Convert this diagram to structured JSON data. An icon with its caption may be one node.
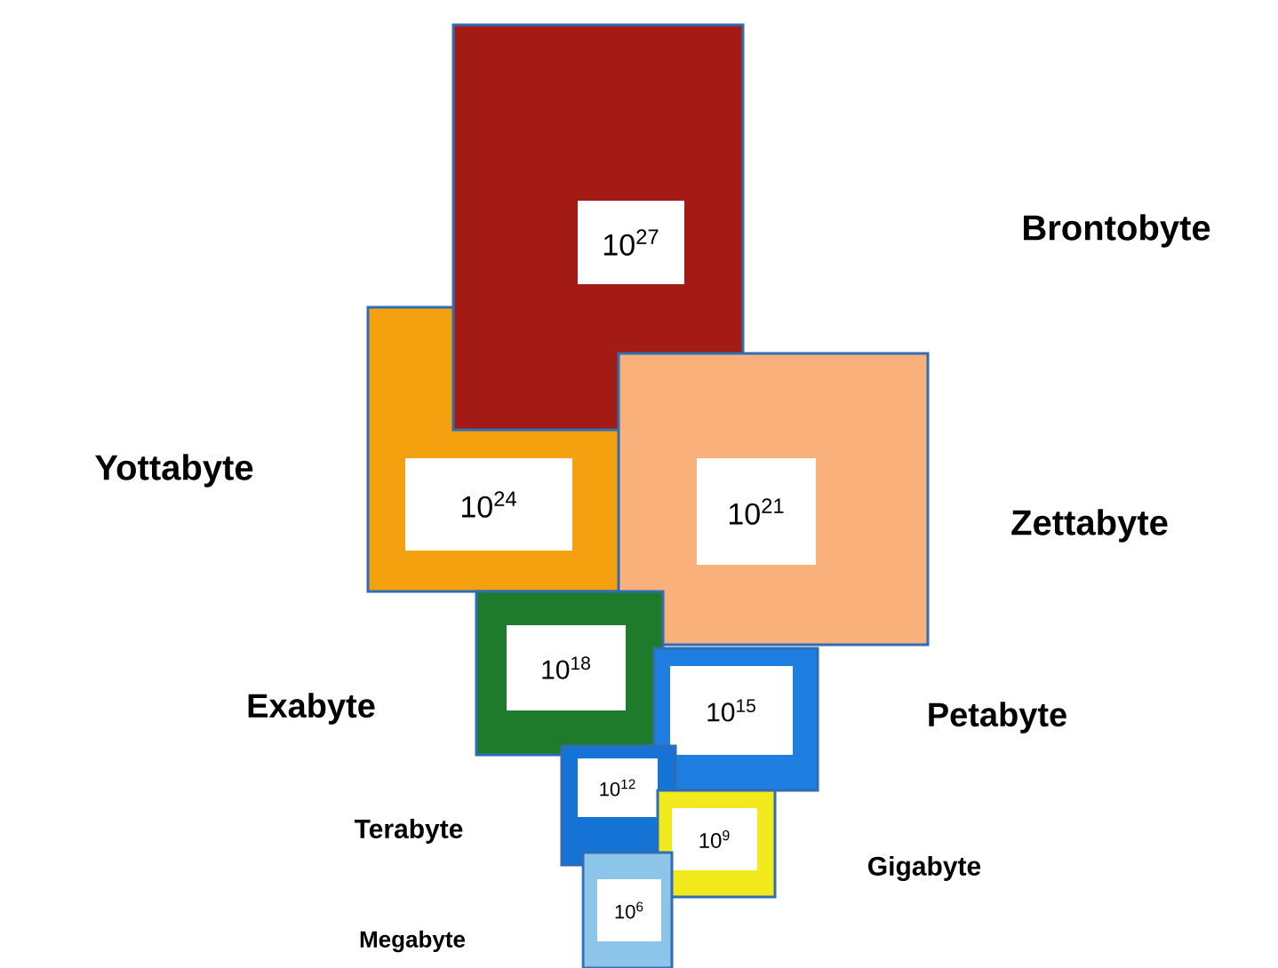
{
  "diagram": {
    "nodes": [
      {
        "text": [
          "10$^{27}$"
        ]
      },
      {
        "text": [
          "10$^{24}$"
        ]
      },
      {
        "text": [
          "10$^{21}$"
        ]
      },
      {
        "text": [
          "10$^{18}$"
        ]
      },
      {
        "text": [
          "10$^{15}$"
        ]
      },
      {
        "text": [
          "10$^{12}$"
        ]
      },
      {
        "text": [
          "10$^{9}$"
        ]
      },
      {
        "text": [
          "10$^{6}$"
        ]
      }
    ],
    "labels": [
      "Brontobyte",
      "Yottabyte",
      "Zettabyte",
      "Exabyte",
      "Petabyte",
      "Terabyte",
      "Gigabyte",
      "Megabyte"
    ]
  }
}
